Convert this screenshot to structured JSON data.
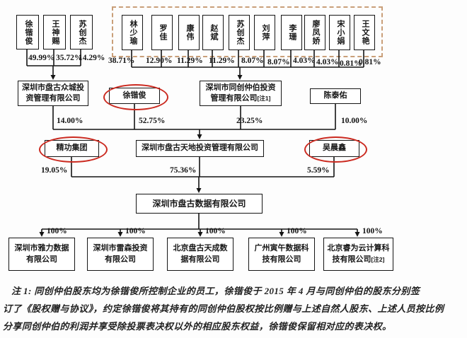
{
  "palette": {
    "line_color": "#151515",
    "box_border": "#151515",
    "red_circle": "#cb2a20",
    "dashed_border": "#c99f79",
    "background": "#fdfdfd"
  },
  "founders_group": {
    "members": [
      {
        "name": "徐锴俊",
        "pct": "49.99%"
      },
      {
        "name": "王神赐",
        "pct": "35.72%"
      },
      {
        "name": "苏创杰",
        "pct": "14.29%"
      }
    ]
  },
  "dashed_group": {
    "members": [
      {
        "name": "林少瑜",
        "pct": "38.71%"
      },
      {
        "name": "罗佳",
        "pct": "12.90%"
      },
      {
        "name": "康伟",
        "pct": "11.29%"
      },
      {
        "name": "赵斌",
        "pct": "11.29%"
      },
      {
        "name": "苏创杰",
        "pct": "8.07%"
      },
      {
        "name": "刘萍",
        "pct": "8.07%"
      },
      {
        "name": "李珊",
        "pct": "4.03%"
      },
      {
        "name": "廖凤娇",
        "pct": "4.03%"
      },
      {
        "name": "宋小娟",
        "pct": "0.81%"
      },
      {
        "name": "王文艳",
        "pct": "0.81%"
      }
    ]
  },
  "level2": {
    "pangu_zhongcheng": {
      "name": "深圳市盘古众城投资管理有限公司",
      "pct": "14.00%"
    },
    "xu_kaijun": {
      "name": "徐锴俊",
      "pct": "52.75%"
    },
    "tongchuang": {
      "name": "深圳市同创仲伯投资管理有限公司",
      "note": "[注1]",
      "pct": "23.25%"
    },
    "chen_taiyou": {
      "name": "陈泰佑",
      "pct": "10.00%"
    }
  },
  "level3": {
    "jinggong": {
      "name": "精功集团",
      "pct": "19.05%"
    },
    "pangu_tiandi": {
      "name": "深圳市盘古天地投资管理有限公司",
      "pct": "75.36%"
    },
    "wu_chenxin": {
      "name": "吴晨鑫",
      "pct": "5.59%"
    }
  },
  "parent_company": {
    "name": "深圳市盘古数据有限公司"
  },
  "subsidiaries": {
    "pct": "100%",
    "items": [
      {
        "name": "深圳市雅力数据有限公司",
        "note": ""
      },
      {
        "name": "深圳市雷森投资有限公司",
        "note": ""
      },
      {
        "name": "北京盘古天成数据有限公司",
        "note": ""
      },
      {
        "name": "广州寅午数据科技有限公司",
        "note": ""
      },
      {
        "name": "北京睿为云计算科技有限公司",
        "note": "[注2]"
      }
    ]
  },
  "footnote": {
    "lines": [
      "注 1: 同创仲伯股东均为徐锴俊所控制企业的员工，徐锴俊于 2015 年 4 月与同创仲伯的股东分别签",
      "订了《股权赠与协议》，约定徐锴俊将其持有的同创仲伯股权按比例赠与上述自然人股东、上述人员按比例",
      "分享同创仲伯的利润并享受除投票表决权以外的相应股东权益，徐锴俊保留相对应的表决权。"
    ]
  }
}
